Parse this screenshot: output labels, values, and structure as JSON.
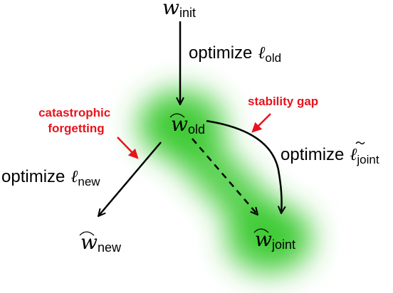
{
  "nodes": {
    "w_init": {
      "symbol": "w",
      "sub": "init"
    },
    "w_old": {
      "symbol": "w",
      "sub": "old"
    },
    "w_new": {
      "symbol": "w",
      "sub": "new"
    },
    "w_joint": {
      "symbol": "w",
      "sub": "joint"
    }
  },
  "edges": {
    "init_to_old": {
      "word": "optimize",
      "loss": "ℓ",
      "sub": "old"
    },
    "old_to_new": {
      "word": "optimize",
      "loss": "ℓ",
      "sub": "new"
    },
    "old_to_joint": {
      "word": "optimize",
      "loss": "ℓ",
      "sub": "joint"
    }
  },
  "annotations": {
    "catastrophic_line1": "catastrophic",
    "catastrophic_line2": "forgetting",
    "stability_gap": "stability gap"
  },
  "colors": {
    "annotation": "#e8141c",
    "glow": "#39c92f",
    "arrow": "#000000"
  }
}
